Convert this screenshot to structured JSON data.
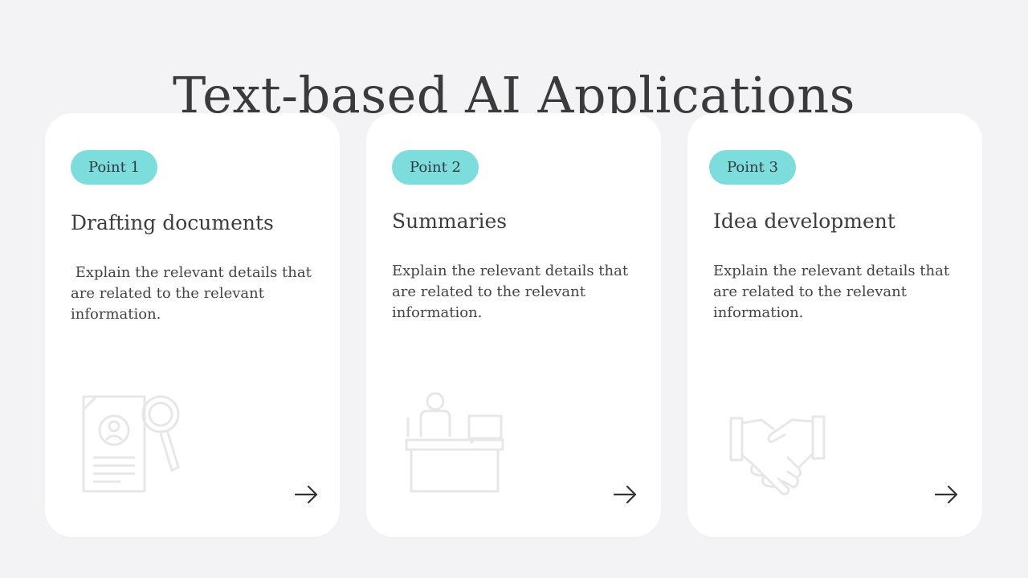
{
  "title": "Text-based AI Applications",
  "cards": [
    {
      "badge": "Point 1",
      "heading": "Drafting documents",
      "body": " Explain the relevant details that are related to the relevant information.",
      "illustration_icon": "document-search-icon",
      "arrow_icon": "arrow-right-icon"
    },
    {
      "badge": "Point 2",
      "heading": "Summaries",
      "body": "Explain the relevant details that are related to the relevant information.",
      "illustration_icon": "person-at-desk-icon",
      "arrow_icon": "arrow-right-icon"
    },
    {
      "badge": "Point 3",
      "heading": "Idea development",
      "body": "Explain the relevant details that are related to the relevant information.",
      "illustration_icon": "handshake-icon",
      "arrow_icon": "arrow-right-icon"
    }
  ],
  "colors": {
    "background": "#f3f3f5",
    "card": "#ffffff",
    "badge": "#7ddcdc",
    "text": "#3d3d3d"
  }
}
